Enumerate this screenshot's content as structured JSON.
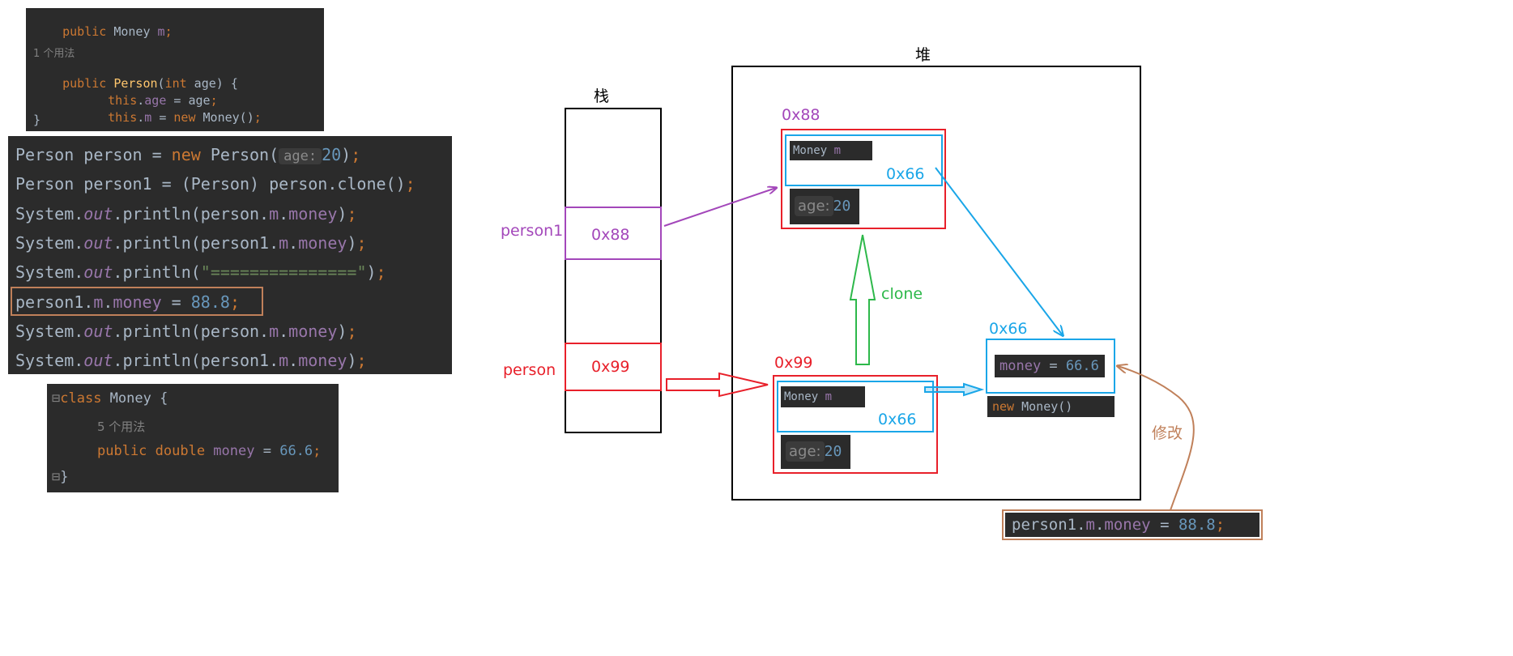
{
  "code_top": {
    "line1": {
      "kw": "public",
      "type": "Money",
      "field": "m",
      "end": ";"
    },
    "usages": "1 个用法",
    "line3": {
      "kw": "public",
      "name": "Person",
      "open": "(",
      "type": "int",
      "param": " age) {"
    },
    "line4": {
      "this": "this",
      "dot": ".",
      "field": "age",
      "rest": " = age",
      "end": ";"
    },
    "line5": {
      "this": "this",
      "dot": ".",
      "field": "m",
      "eq": " = ",
      "kw": "new",
      "rest": " Money()",
      "end": ";"
    },
    "line6": "}"
  },
  "code_main": {
    "l1": {
      "a": "Person person = ",
      "kw": "new",
      "b": " Person(",
      "hint": "age:",
      "num": "20",
      "c": ")",
      "end": ";"
    },
    "l2": {
      "a": "Person person1 = (Person) person.clone()",
      "end": ";"
    },
    "l3": {
      "a": "System.",
      "out": "out",
      "b": ".println(person.",
      "m": "m",
      "dot": ".",
      "money": "money",
      "c": ")",
      "end": ";"
    },
    "l4": {
      "a": "System.",
      "out": "out",
      "b": ".println(person1.",
      "m": "m",
      "dot": ".",
      "money": "money",
      "c": ")",
      "end": ";"
    },
    "l5": {
      "a": "System.",
      "out": "out",
      "b": ".println(",
      "str": "\"===============\"",
      "c": ")",
      "end": ";"
    },
    "l6": {
      "a": "person1.",
      "m": "m",
      "dot": ".",
      "money": "money",
      "b": " = ",
      "num": "88.8",
      "end": ";"
    },
    "l7": {
      "a": "System.",
      "out": "out",
      "b": ".println(person.",
      "m": "m",
      "dot": ".",
      "money": "money",
      "c": ")",
      "end": ";"
    },
    "l8": {
      "a": "System.",
      "out": "out",
      "b": ".println(person1.",
      "m": "m",
      "dot": ".",
      "money": "money",
      "c": ")",
      "end": ";"
    }
  },
  "code_money": {
    "l1": {
      "kw": "class",
      "rest": " Money {"
    },
    "usages": "5 个用法",
    "l3": {
      "kw": "public double",
      "field": " money",
      "eq": " = ",
      "num": "66.6",
      "end": ";"
    },
    "l4": "}"
  },
  "diagram": {
    "stack_title": "栈",
    "heap_title": "堆",
    "person1_label": "person1",
    "person1_value": "0x88",
    "person_label": "person",
    "person_value": "0x99",
    "obj88_addr": "0x88",
    "obj88_money_kw": "Money",
    "obj88_money_field": "m",
    "obj88_ref": "0x66",
    "obj88_age_hint": "age:",
    "obj88_age_val": "20",
    "obj99_addr": "0x99",
    "obj99_money_kw": "Money",
    "obj99_money_field": "m",
    "obj99_ref": "0x66",
    "obj99_age_hint": "age:",
    "obj99_age_val": "20",
    "clone_label": "clone",
    "money_addr": "0x66",
    "money_field": "money",
    "money_eq": " = ",
    "money_val": "66.6",
    "new_kw": "new",
    "new_rest": " Money()",
    "modify_label": "修改",
    "bottom_code": {
      "a": "person1.",
      "m": "m",
      "dot": ".",
      "money": "money",
      "b": " = ",
      "num": "88.8",
      "end": ";"
    }
  },
  "colors": {
    "purple": "#a347ba",
    "red": "#e8202a",
    "blue": "#1aa6e8",
    "green": "#2db84a",
    "brown": "#c0805a"
  }
}
